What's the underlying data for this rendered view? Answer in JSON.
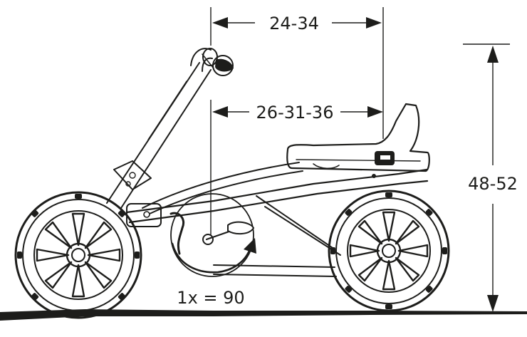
{
  "dimensions": {
    "handlebar_to_seat": "24-34",
    "pedal_to_seat": "26-31-36",
    "seat_height": "48-52",
    "crank_note": "1x = 90"
  },
  "colors": {
    "ink": "#1d1d1b",
    "background": "#ffffff"
  }
}
